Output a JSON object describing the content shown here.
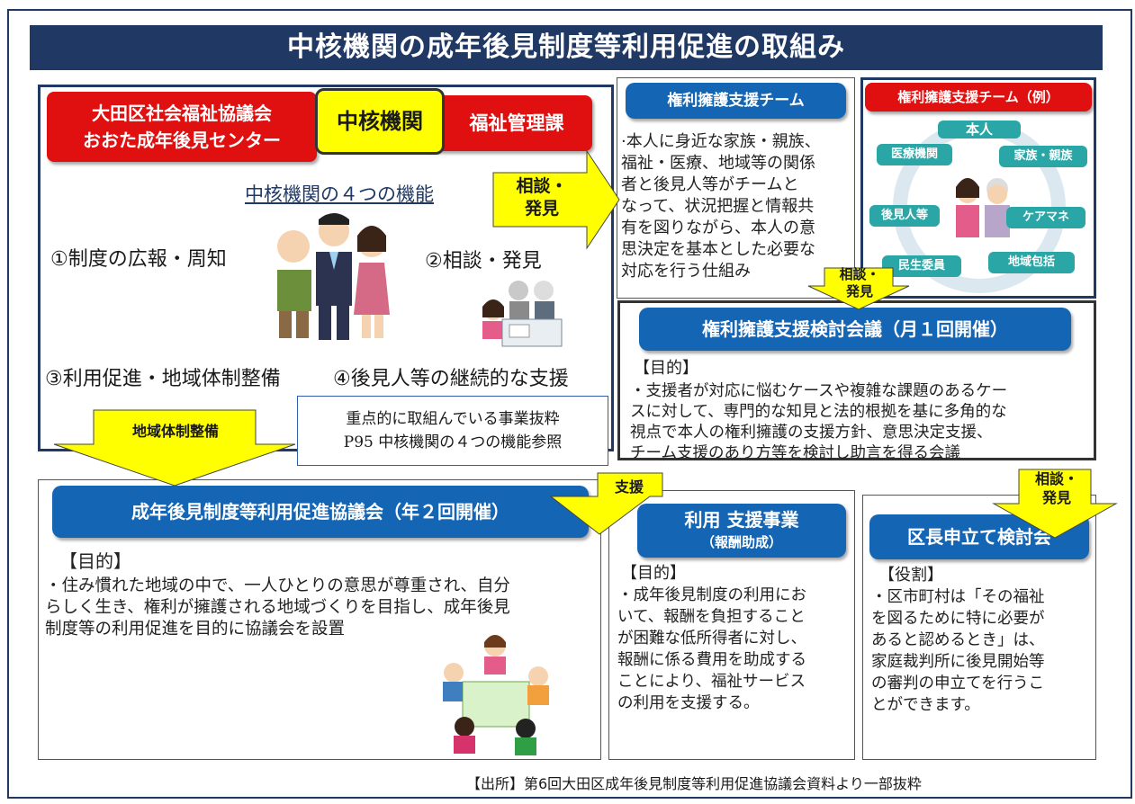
{
  "title": "中核機関の成年後見制度等利用促進の取組み",
  "core": {
    "org_left_line1": "大田区社会福祉協議会",
    "org_left_line2": "おおた成年後見センター",
    "center_label": "中核機関",
    "org_right": "福祉管理課",
    "functions_heading": "中核機関の４つの機能",
    "functions": [
      "①制度の広報・周知",
      "②相談・発見",
      "③利用促進・地域体制整備",
      "④後見人等の継続的な支援"
    ],
    "note_line1": "重点的に取組んでいる事業抜粋",
    "note_line2": "P95 中核機関の４つの機能参照"
  },
  "arrows": {
    "consult_1a": "相談・",
    "consult_1b": "発見",
    "consult_2a": "相談・",
    "consult_2b": "発見",
    "consult_3a": "相談・",
    "consult_3b": "発見",
    "regional": "地域体制整備",
    "support": "支援"
  },
  "team": {
    "title": "権利擁護支援チーム",
    "lines": [
      "·本人に身近な家族・親族、",
      "福祉・医療、地域等の関係",
      "者と後見人等がチームと",
      "なって、状況把握と情報共",
      "有を図りながら、本人の意",
      "思決定を基本とした必要な",
      "対応を行う仕組み"
    ]
  },
  "team_example": {
    "title": "権利擁護支援チーム（例）",
    "center": "本人",
    "labels": [
      "医療機関",
      "家族・親族",
      "後見人等",
      "ケアマネ",
      "民生委員",
      "地域包括"
    ]
  },
  "meeting": {
    "title": "権利擁護支援検討会議（月１回開催）",
    "purpose_label": "【目的】",
    "lines": [
      "・支援者が対応に悩むケースや複雑な課題のあるケー",
      "スに対して、専門的な知見と法的根拠を基に多角的な",
      "視点で本人の権利擁護の支援方針、意思決定支援、",
      "チーム支援のあり方等を検討し助言を得る会議"
    ]
  },
  "council": {
    "title": "成年後見制度等利用促進協議会（年２回開催）",
    "purpose_label": "【目的】",
    "lines": [
      "・住み慣れた地域の中で、一人ひとりの意思が尊重され、自分",
      "らしく生き、権利が擁護される地域づくりを目指し、成年後見",
      "制度等の利用促進を目的に協議会を設置"
    ]
  },
  "subsidy": {
    "title": "利用 支援事業",
    "subtitle": "（報酬助成）",
    "purpose_label": "【目的】",
    "lines": [
      "・成年後見制度の利用にお",
      "いて、報酬を負担すること",
      "が困難な低所得者に対し、",
      "報酬に係る費用を助成する",
      "ことにより、福祉サービス",
      "の利用を支援する。"
    ]
  },
  "ward": {
    "title": "区長申立て検討会",
    "role_label": "【役割】",
    "lines": [
      "・区市町村は「その福祉",
      "を図るために特に必要が",
      "あると認めるとき」は、",
      "家庭裁判所に後見開始等",
      "の審判の申立てを行うこ",
      "とができます。"
    ]
  },
  "source": "【出所】第6回大田区成年後見制度等利用促進協議会資料より一部抜粋",
  "colors": {
    "navy": "#1f3864",
    "blue": "#1565b5",
    "red": "#e01010",
    "yellow": "#ffff00",
    "teal": "#2aa6a6"
  }
}
